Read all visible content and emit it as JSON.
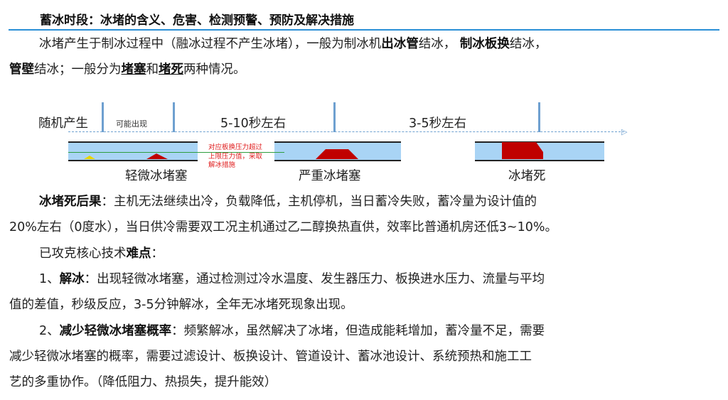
{
  "title": "蓄冰时段：冰堵的含义、危害、检测预警、预防及解决措施",
  "intro": {
    "p1_a": "冰堵产生于制冰过程中（融冰过程不产生冰堵），一般为制冰机",
    "p1_b1": "出冰管",
    "p1_c": "结冰，",
    "p1_b2": "制冰板换",
    "p1_d": "结冰，",
    "p2_b": "管壁",
    "p2_a": "结冰；一般分为",
    "p2_u1": "堵塞",
    "p2_m": "和",
    "p2_u2": "堵死",
    "p2_e": "两种情况。"
  },
  "diagram": {
    "stage0": "随机产生",
    "stage1": "可能出现",
    "stage2": "5-10秒左右",
    "stage3": "3-5秒左右",
    "warning": "对应板换压力超过上限压力值，采取解冰措施",
    "case1": "轻微冰堵塞",
    "case2": "严重冰堵塞",
    "case3": "冰堵死",
    "colors": {
      "water": "#a9d4f5",
      "ice": "#c00000",
      "timeline": "#6ea0d0",
      "threshold": "#2e9e3e",
      "warning": "#e02020"
    }
  },
  "consequence": {
    "label": "冰堵死后果",
    "line1": "：主机无法继续出冷，负载降低，主机停机，当日蓄冷失败，蓄冷量为设计值的",
    "line2": "20%左右（0度水），当日供冷需要双工况主机通过乙二醇换热直供，效率比普通机房还低3~10%。"
  },
  "tech": {
    "pre": "已攻克核心技术",
    "bold": "难点",
    "post": "："
  },
  "item1": {
    "num": "1、",
    "label": "解冰",
    "line1": "：出现轻微冰堵塞，通过检测过冷水温度、发生器压力、板换进水压力、流量与平均",
    "line2": "值的差值，秒级反应，3-5分钟解冰，全年无冰堵死现象出现。"
  },
  "item2": {
    "num": "2、",
    "label": "减少轻微冰堵塞概率",
    "line1": "：频繁解冰，虽然解决了冰堵，但造成能耗增加，蓄冷量不足，需要",
    "line2": "减少轻微冰堵塞的概率，需要过滤设计、板换设计、管道设计、蓄冰池设计、系统预热和施工工",
    "line3": "艺的多重协作。（降低阻力、热损失，提升能效）"
  }
}
